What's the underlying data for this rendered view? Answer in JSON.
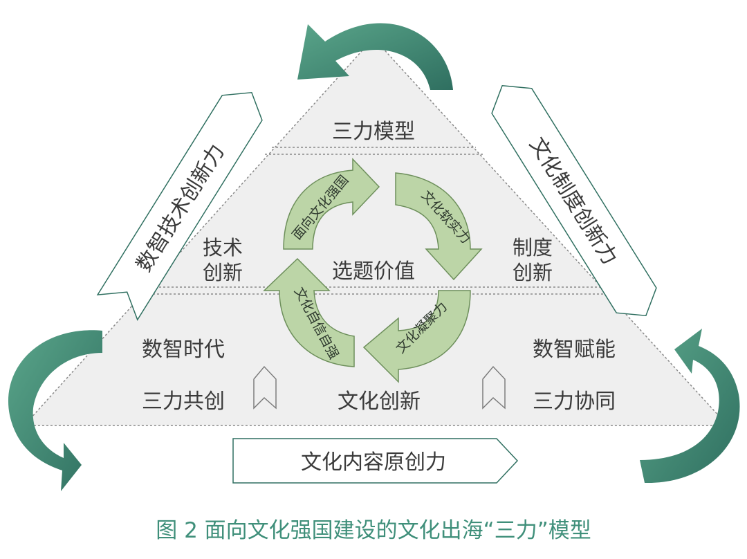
{
  "pyramid": {
    "top_label": "三力模型",
    "middle": {
      "left_label": [
        "技术",
        "创新"
      ],
      "center_label": "选题价值",
      "right_label": [
        "制度",
        "创新"
      ]
    },
    "bottom": {
      "left_top": "数智时代",
      "left_bottom": "三力共创",
      "center": "文化创新",
      "right_top": "数智赋能",
      "right_bottom": "三力协同"
    }
  },
  "cycle_arrows": [
    "面向文化强国",
    "文化软实力",
    "文化凝聚力",
    "文化自信自强"
  ],
  "side_banners": {
    "left": "数智技术创新力",
    "right": "文化制度创新力",
    "bottom": "文化内容原创力"
  },
  "caption": "图 2  面向文化强国建设的文化出海“三力”模型",
  "colors": {
    "pyramid_fill": "#efefef",
    "ring_fill": "#bcd5a7",
    "ring_stroke": "#6d8f5b",
    "curve_arrow": "#3e8a73",
    "caption": "#3f8f7a"
  }
}
